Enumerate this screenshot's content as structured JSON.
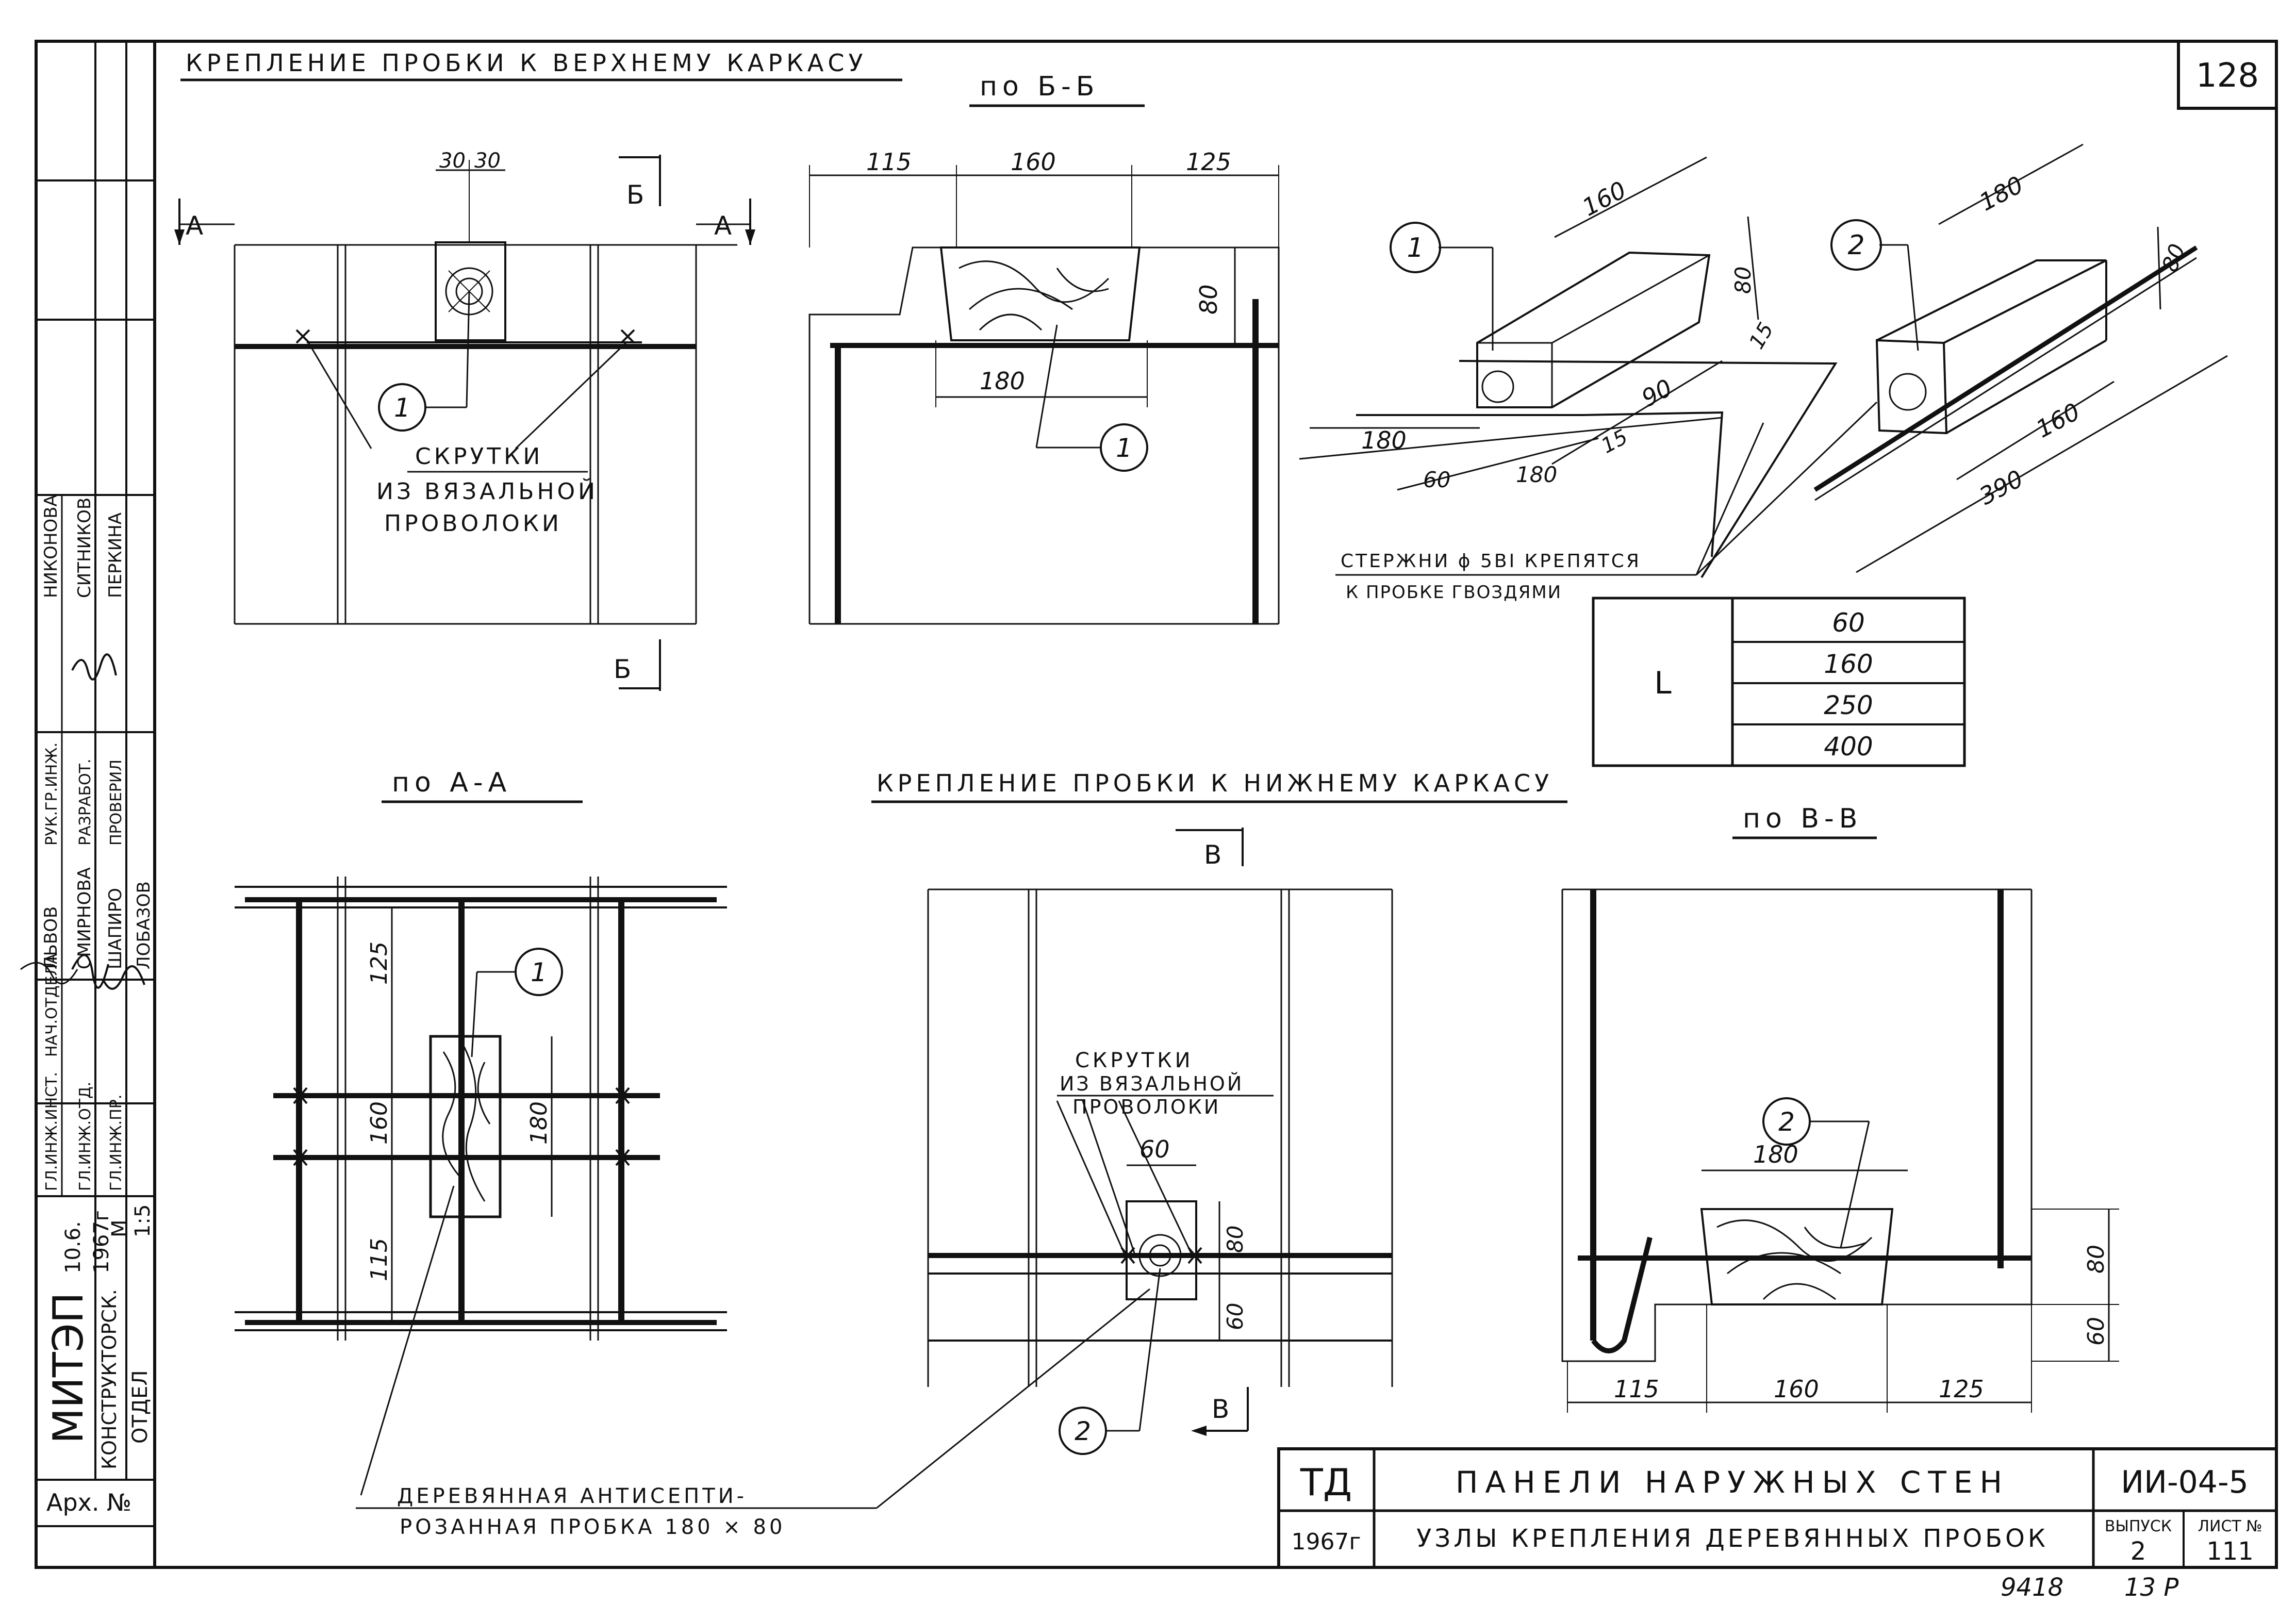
{
  "sheet": {
    "number": "128",
    "bottom_note_left": "9418",
    "bottom_note_right": "13 P"
  },
  "titles": {
    "top_left": "КРЕПЛЕНИЕ ПРОБКИ К ВЕРХНЕМУ КАРКАСУ",
    "section_bb": "по Б-Б",
    "section_aa": "по А-А",
    "bottom_center": "КРЕПЛЕНИЕ ПРОБКИ К НИЖНЕМУ КАРКАСУ",
    "section_vv": "по В-В"
  },
  "section_marks": {
    "a": "А",
    "b": "Б",
    "v": "В"
  },
  "callouts": {
    "one": "1",
    "two": "2"
  },
  "notes": {
    "twists_line1": "СКРУТКИ",
    "twists_line2": "ИЗ ВЯЗАЛЬНОЙ",
    "twists_line3": "ПРОВОЛОКИ",
    "rods_line1": "СТЕРЖНИ ϕ 5BI КРЕПЯТСЯ",
    "rods_line2": "К ПРОБКЕ ГВОЗДЯМИ",
    "plug_line1": "ДЕРЕВЯННАЯ АНТИСЕПТИ-",
    "plug_line2": "РОЗАННАЯ ПРОБКА 180 × 80"
  },
  "dimensions": {
    "d30a": "30",
    "d30b": "30",
    "d115": "115",
    "d160": "160",
    "d125": "125",
    "d80": "80",
    "d180": "180",
    "d90": "90",
    "d15": "15",
    "d60": "60",
    "d390": "390"
  },
  "l_table": {
    "label": "L",
    "values": [
      "60",
      "160",
      "250",
      "400"
    ]
  },
  "stamp": {
    "org": "МИТЭП",
    "dept_line1": "КОНСТРУКТОРСК.",
    "dept_line2": "ОТДЕЛ",
    "date_line1": "10.6.",
    "date_line2": "1967г",
    "scale_label": "М",
    "scale_value": "1:5",
    "arch": "Арх. №",
    "roles_col1": [
      "ГЛ.ИНЖ.ИНСТ.",
      "НАЧ.ОТДЕЛА",
      "РУК.ГР.ИНЖ.",
      "РАЗРАБОТ."
    ],
    "roles_col2": [
      "ГЛ.ИНЖ.ОТД.",
      "ГЛ.ИНЖ.ПР.",
      "ПРОВЕРИЛ",
      ""
    ],
    "names_col1": [
      "ЛЬВОВ",
      "СМИРНОВА",
      "НИКОНОВА"
    ],
    "names_col2": [
      "ШАПИРО",
      "ЛОБАЗОВ",
      "СИТНИКОВ",
      "ПЕРКИНА"
    ]
  },
  "title_block": {
    "code": "ТД",
    "year": "1967г",
    "title": "ПАНЕЛИ НАРУЖНЫХ СТЕН",
    "subtitle": "УЗЛЫ КРЕПЛЕНИЯ ДЕРЕВЯННЫХ ПРОБОК",
    "series": "ИИ-04-5",
    "issue_label": "ВЫПУСК",
    "issue": "2",
    "sheet_label": "ЛИСТ №",
    "sheet": "111"
  }
}
